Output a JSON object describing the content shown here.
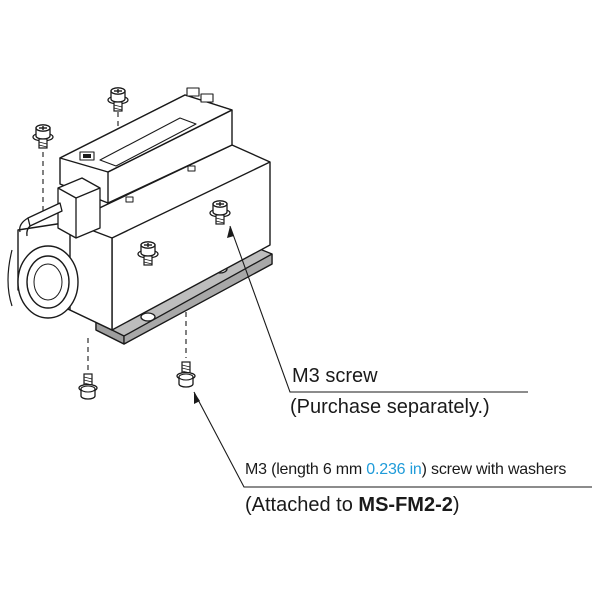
{
  "labels": {
    "m3_screw": "M3 screw",
    "purchase_note": "(Purchase separately.)",
    "washer_screw": {
      "prefix": "M3 (length 6 mm ",
      "inch_value": "0.236 in",
      "suffix": ") screw with washers"
    },
    "attached": {
      "prefix": "(Attached to ",
      "part_number": "MS-FM2-2",
      "suffix": ")"
    }
  },
  "colors": {
    "inch_highlight": "#1f9bd9",
    "bracket_fill": "#bdbdbd",
    "line": "#1a1a1a"
  }
}
